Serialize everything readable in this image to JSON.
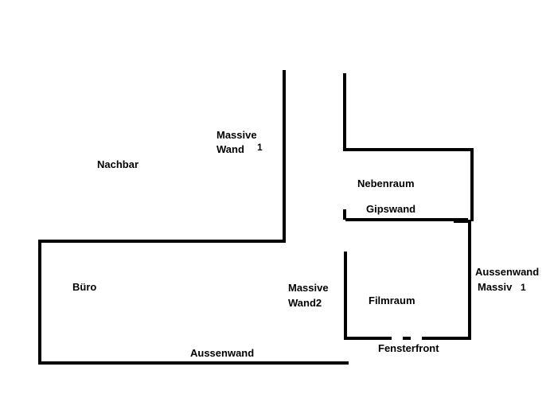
{
  "colors": {
    "wall": "#000000",
    "background": "#ffffff",
    "text": "#000000"
  },
  "labels": {
    "nachbar": "Nachbar",
    "massive_wand_1": {
      "line1": "Massive",
      "line2": "Wand",
      "num": "1"
    },
    "nebenraum": "Nebenraum",
    "gipswand": "Gipswand",
    "buero": "Büro",
    "massive_wand_2": {
      "line1": "Massive",
      "line2": "Wand2"
    },
    "filmraum": "Filmraum",
    "aussenwand_massiv_1": {
      "line1": "Aussenwand",
      "line2": "Massiv",
      "num": "1"
    },
    "aussenwand": "Aussenwand",
    "fensterfront": "Fensterfront"
  }
}
